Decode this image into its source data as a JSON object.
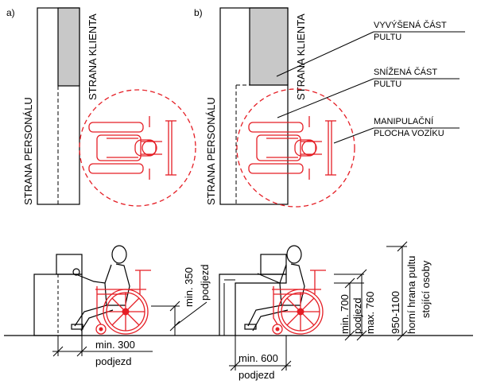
{
  "panels": {
    "a_label": "a)",
    "b_label": "b)"
  },
  "plan": {
    "staff_side": "STRANA PERSONÁLU",
    "client_side": "STRANA KLIENTA"
  },
  "legend": {
    "raised_line1": "VYVÝŠENÁ ČÁST",
    "raised_line2": "PULTU",
    "lowered_line1": "SNÍŽENÁ ČÁST",
    "lowered_line2": "PULTU",
    "manip_line1": "MANIPULAČNÍ",
    "manip_line2": "PLOCHA VOZÍKU"
  },
  "section_a": {
    "dim_height_value": "min. 350",
    "dim_height_unit": "podjezd",
    "dim_depth_value": "min. 300",
    "dim_depth_unit": "podjezd"
  },
  "section_b": {
    "dim_depth_value": "min. 600",
    "dim_depth_unit": "podjezd",
    "dim_h1_value": "min. 700",
    "dim_h1_unit": "podjezd",
    "dim_h2_value": "max. 760",
    "dim_h3_value": "950-1100",
    "dim_h3_line2": "horní hrana pultu",
    "dim_h3_line3": "stojící osoby"
  },
  "colors": {
    "accent": "#e51e25",
    "counter_fill": "#c8c8c8",
    "line": "#000000"
  }
}
